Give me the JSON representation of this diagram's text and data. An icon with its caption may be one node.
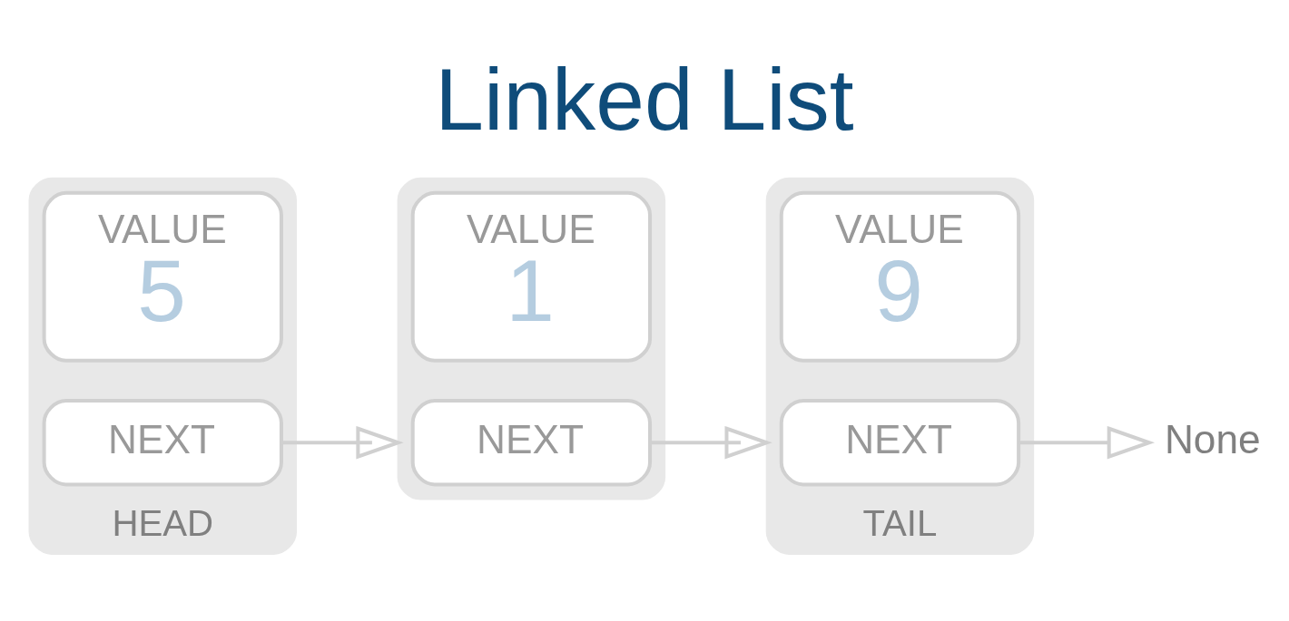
{
  "diagram": {
    "title": "Linked List",
    "nodes": [
      {
        "text": [],
        "shape": "box",
        "beside": [
          "HEAD"
        ]
      },
      {
        "text": [
          "VALUE",
          "5"
        ],
        "in": 0
      },
      {
        "text": [
          "NEXT"
        ],
        "in": 0
      },
      {
        "text": [],
        "shape": "box"
      },
      {
        "text": [
          "VALUE",
          "1"
        ],
        "in": 3
      },
      {
        "text": [
          "NEXT"
        ],
        "in": 3
      },
      {
        "text": [],
        "shape": "box",
        "beside": [
          "TAIL"
        ]
      },
      {
        "text": [
          "VALUE",
          "9"
        ],
        "in": 6
      },
      {
        "text": [
          "NEXT"
        ],
        "in": 6
      },
      {
        "text": [
          "None"
        ]
      }
    ],
    "edges": [
      {
        "from": 2,
        "to": 3,
        "arrow": "to"
      },
      {
        "from": 5,
        "to": 6,
        "arrow": "to"
      },
      {
        "from": 8,
        "to": 9,
        "arrow": "to"
      }
    ]
  }
}
